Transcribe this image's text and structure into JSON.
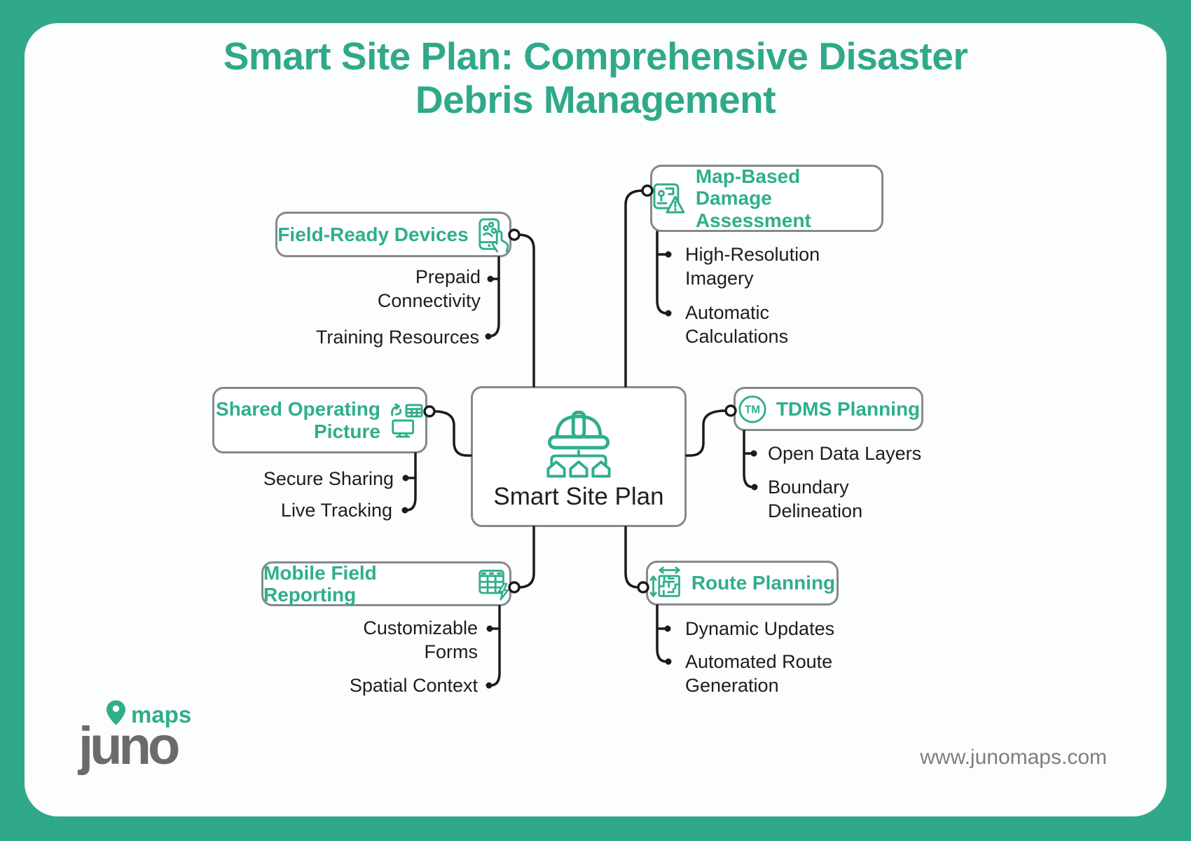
{
  "title": "Smart Site Plan: Comprehensive Disaster\nDebris Management",
  "center_node": {
    "label": "Smart Site Plan",
    "icon": "hard-hat-sites-icon"
  },
  "branches": {
    "field_ready": {
      "label": "Field-Ready Devices",
      "icon": "hand-device-icon",
      "items": [
        "Prepaid\nConnectivity",
        "Training Resources"
      ]
    },
    "map_damage": {
      "label": "Map-Based Damage\nAssessment",
      "icon": "map-warning-icon",
      "items": [
        "High-Resolution\nImagery",
        "Automatic\nCalculations"
      ]
    },
    "shared_picture": {
      "label": "Shared Operating\nPicture",
      "icon": "sync-table-monitor-icon",
      "items": [
        "Secure Sharing",
        "Live Tracking"
      ]
    },
    "tdms": {
      "label": "TDMS Planning",
      "icon": "tm-circle-icon",
      "tm_text": "TM",
      "items": [
        "Open Data Layers",
        "Boundary\nDelineation"
      ]
    },
    "mobile_reporting": {
      "label": "Mobile Field Reporting",
      "icon": "table-lightning-icon",
      "items": [
        "Customizable\nForms",
        "Spatial Context"
      ]
    },
    "route_planning": {
      "label": "Route Planning",
      "icon": "route-map-icon",
      "items": [
        "Dynamic Updates",
        "Automated Route\nGeneration"
      ]
    }
  },
  "footer": {
    "logo_top": "maps",
    "logo_word": "juno",
    "website": "www.junomaps.com"
  },
  "colors": {
    "accent": "#2fa98a",
    "icon_green": "#2fae8c",
    "node_border": "#85898c",
    "line": "#1b1b1b",
    "text": "#1d1d1d",
    "logo_gray": "#6b6b6b"
  }
}
